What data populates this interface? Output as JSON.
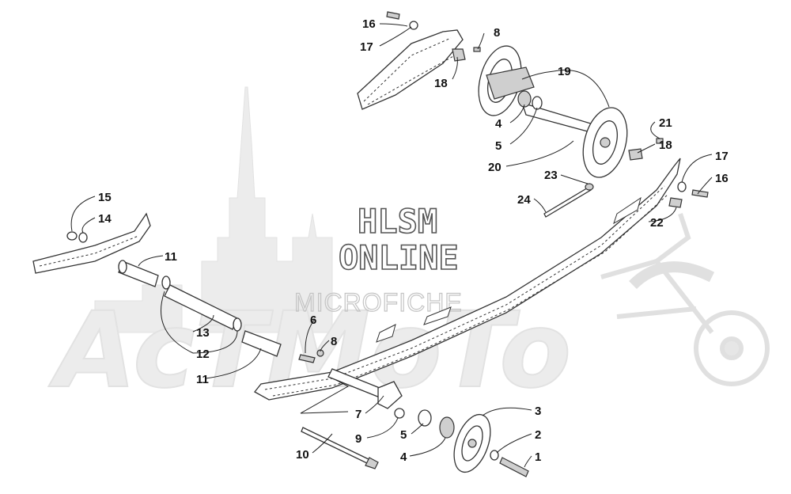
{
  "watermark": {
    "line1": "HLSM",
    "line2": "ONLINE",
    "line3": "MICROFICHE",
    "logo": "AcTMoTo"
  },
  "callouts": [
    {
      "id": "c16a",
      "label": "16"
    },
    {
      "id": "c17a",
      "label": "17"
    },
    {
      "id": "c18a",
      "label": "18"
    },
    {
      "id": "c8a",
      "label": "8"
    },
    {
      "id": "c19",
      "label": "19"
    },
    {
      "id": "c4a",
      "label": "4"
    },
    {
      "id": "c5a",
      "label": "5"
    },
    {
      "id": "c20",
      "label": "20"
    },
    {
      "id": "c21",
      "label": "21"
    },
    {
      "id": "c18b",
      "label": "18"
    },
    {
      "id": "c17b",
      "label": "17"
    },
    {
      "id": "c16b",
      "label": "16"
    },
    {
      "id": "c23",
      "label": "23"
    },
    {
      "id": "c24",
      "label": "24"
    },
    {
      "id": "c22",
      "label": "22"
    },
    {
      "id": "c15",
      "label": "15"
    },
    {
      "id": "c14",
      "label": "14"
    },
    {
      "id": "c11a",
      "label": "11"
    },
    {
      "id": "c13",
      "label": "13"
    },
    {
      "id": "c12",
      "label": "12"
    },
    {
      "id": "c11b",
      "label": "11"
    },
    {
      "id": "c6",
      "label": "6"
    },
    {
      "id": "c8b",
      "label": "8"
    },
    {
      "id": "c7",
      "label": "7"
    },
    {
      "id": "c9",
      "label": "9"
    },
    {
      "id": "c10",
      "label": "10"
    },
    {
      "id": "c5b",
      "label": "5"
    },
    {
      "id": "c4b",
      "label": "4"
    },
    {
      "id": "c3",
      "label": "3"
    },
    {
      "id": "c2",
      "label": "2"
    },
    {
      "id": "c1",
      "label": "1"
    }
  ]
}
